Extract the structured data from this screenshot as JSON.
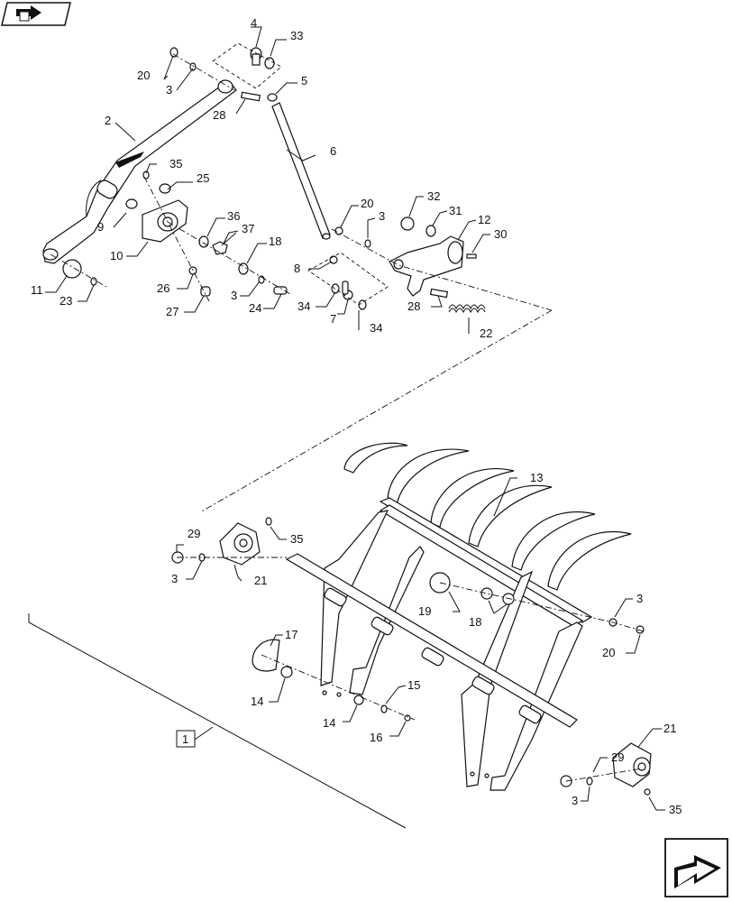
{
  "nav_icons": {
    "top_left": "book-arrow-icon",
    "bottom_right": "next-page-arrow-icon"
  },
  "frame_label": "1",
  "callouts": {
    "p2": "2",
    "p3a": "3",
    "p3b": "3",
    "p3c": "3",
    "p3d": "3",
    "p3e": "3",
    "p3f": "3",
    "p4": "4",
    "p5": "5",
    "p6": "6",
    "p7": "7",
    "p8": "8",
    "p9": "9",
    "p10": "10",
    "p11": "11",
    "p12": "12",
    "p13": "13",
    "p14a": "14",
    "p14b": "14",
    "p15": "15",
    "p16": "16",
    "p17": "17",
    "p18a": "18",
    "p18b": "18",
    "p19": "19",
    "p20a": "20",
    "p20b": "20",
    "p20c": "20",
    "p21a": "21",
    "p21b": "21",
    "p22": "22",
    "p23": "23",
    "p24": "24",
    "p25": "25",
    "p26": "26",
    "p27": "27",
    "p28a": "28",
    "p28b": "28",
    "p29a": "29",
    "p29b": "29",
    "p30": "30",
    "p31": "31",
    "p32": "32",
    "p33": "33",
    "p34a": "34",
    "p34b": "34",
    "p35a": "35",
    "p35b": "35",
    "p35c": "35",
    "p36": "36",
    "p37": "37"
  }
}
